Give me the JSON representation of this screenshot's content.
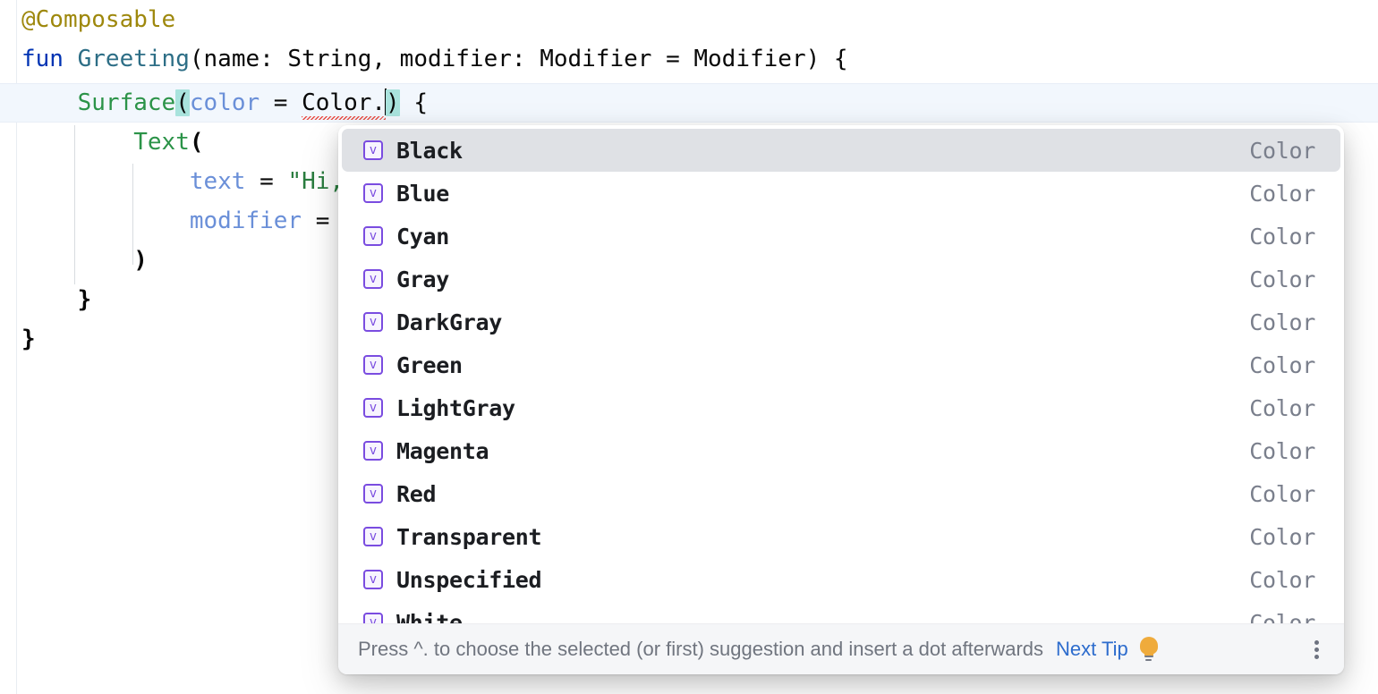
{
  "editor": {
    "language": "Kotlin",
    "lines": [
      {
        "id": "line-annotation",
        "text": "@Composable"
      },
      {
        "id": "line-fun-decl",
        "text": "fun Greeting(name: String, modifier: Modifier = Modifier) {"
      },
      {
        "id": "line-surface",
        "text": "    Surface(color = Color.) {"
      },
      {
        "id": "line-text-call",
        "text": "        Text("
      },
      {
        "id": "line-text-arg",
        "text": "            text = \"Hi,"
      },
      {
        "id": "line-modifier-arg",
        "text": "            modifier = "
      },
      {
        "id": "line-close-paren",
        "text": "        )"
      },
      {
        "id": "line-close-brace-inner",
        "text": "    }"
      },
      {
        "id": "line-close-brace-outer",
        "text": "}"
      }
    ],
    "tokens": {
      "annotation": "@Composable",
      "keyword_fun": "fun",
      "function_name": "Greeting",
      "signature_rest": "(name: String, modifier: Modifier = Modifier) {",
      "surface_call": "Surface",
      "open_paren": "(",
      "named_color": "color",
      "equals": " = ",
      "qualifier": "Color.",
      "close_paren": ")",
      "brace_open": " {",
      "text_call": "Text",
      "text_open_paren": "(",
      "named_text": "text",
      "string_hi": "\"Hi,",
      "named_modifier": "modifier",
      "close_paren_line": ")",
      "brace_inner": "}",
      "brace_outer": "}"
    },
    "colors": {
      "annotation": "#9E880D",
      "keyword": "#0033B3",
      "function_decl": "#2D6E86",
      "function_call": "#2B9348",
      "named_argument": "#6A8FD8",
      "string": "#2A7D3F",
      "plain": "#080808",
      "bracket_match_bg": "#A9E3DD",
      "error_squiggle": "#E8453C",
      "current_line_bg": "#F2F7FD",
      "indent_guide": "#D8DCE0"
    }
  },
  "completion_popup": {
    "selected_index": 0,
    "selection_bg": "#DFE1E5",
    "icon_color": "#7A4CE0",
    "icon_glyph": "v",
    "type_column_color": "#7A7F8C",
    "items": [
      {
        "icon": "property-value-icon",
        "label": "Black",
        "type": "Color"
      },
      {
        "icon": "property-value-icon",
        "label": "Blue",
        "type": "Color"
      },
      {
        "icon": "property-value-icon",
        "label": "Cyan",
        "type": "Color"
      },
      {
        "icon": "property-value-icon",
        "label": "Gray",
        "type": "Color"
      },
      {
        "icon": "property-value-icon",
        "label": "DarkGray",
        "type": "Color"
      },
      {
        "icon": "property-value-icon",
        "label": "Green",
        "type": "Color"
      },
      {
        "icon": "property-value-icon",
        "label": "LightGray",
        "type": "Color"
      },
      {
        "icon": "property-value-icon",
        "label": "Magenta",
        "type": "Color"
      },
      {
        "icon": "property-value-icon",
        "label": "Red",
        "type": "Color"
      },
      {
        "icon": "property-value-icon",
        "label": "Transparent",
        "type": "Color"
      },
      {
        "icon": "property-value-icon",
        "label": "Unspecified",
        "type": "Color"
      },
      {
        "icon": "property-value-icon",
        "label": "White",
        "type": "Color"
      }
    ],
    "footer": {
      "hint": "Press ^. to choose the selected (or first) suggestion and insert a dot afterwards",
      "link_label": "Next Tip",
      "bulb_icon": "lightbulb-icon",
      "bulb_color": "#EFAB3C",
      "menu_icon": "more-options-icon"
    }
  }
}
